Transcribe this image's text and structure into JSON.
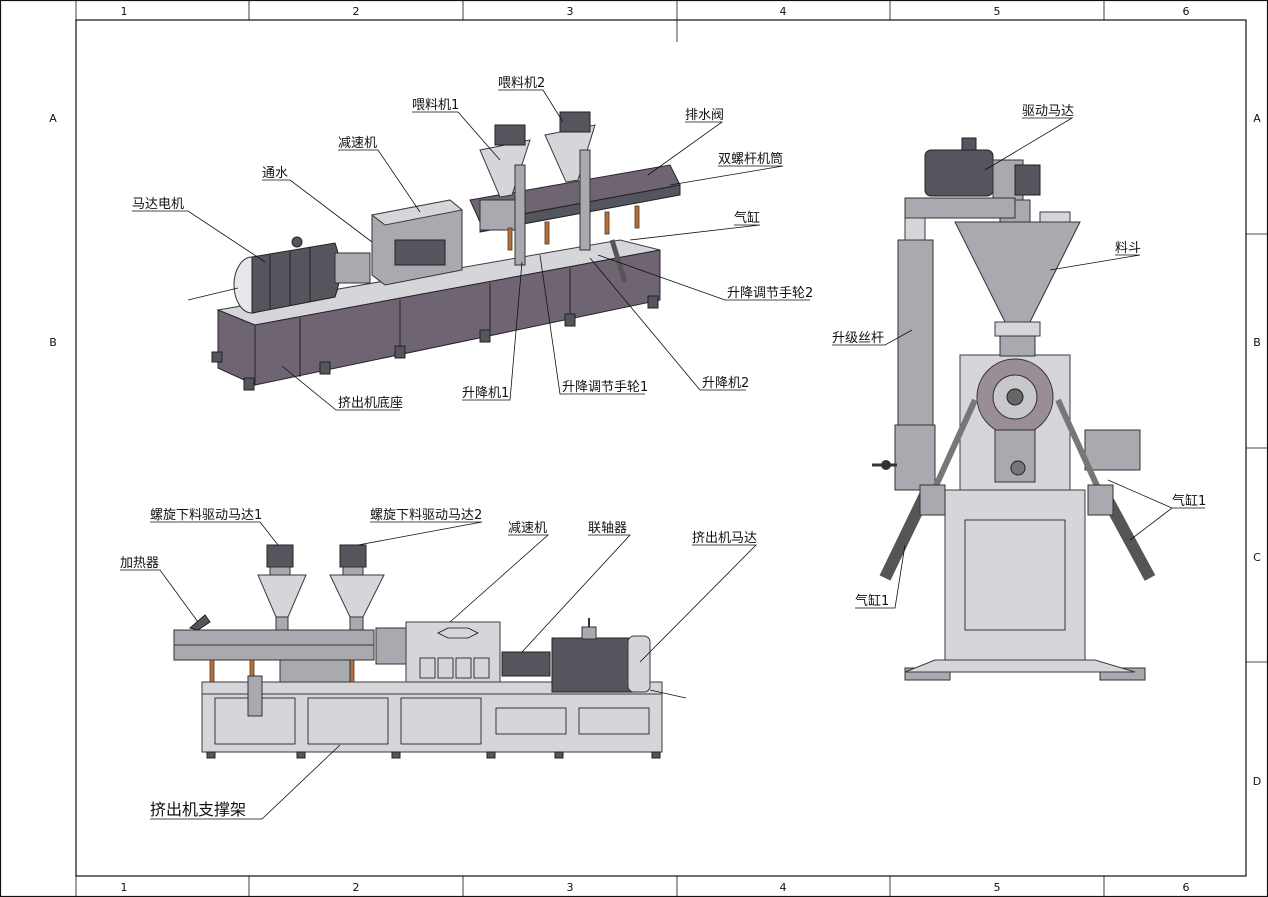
{
  "frame": {
    "columns": [
      "1",
      "2",
      "3",
      "4",
      "5",
      "6"
    ],
    "rows": [
      "A",
      "B",
      "C",
      "D"
    ]
  },
  "labels": {
    "motor": "马达电机",
    "water": "通水",
    "reducer_top": "减速机",
    "feeder1": "喂料机1",
    "feeder2": "喂料机2",
    "drain_valve": "排水阀",
    "barrel": "双螺杆机筒",
    "cylinder_top": "气缸",
    "handwheel2": "升降调节手轮2",
    "lift2": "升降机2",
    "handwheel1": "升降调节手轮1",
    "lift1": "升降机1",
    "base": "挤出机底座",
    "screw_motor1": "螺旋下料驱动马达1",
    "screw_motor2": "螺旋下料驱动马达2",
    "heater": "加热器",
    "reducer_front": "减速机",
    "coupling": "联轴器",
    "extruder_motor": "挤出机马达",
    "support": "挤出机支撑架",
    "drive_motor": "驱动马达",
    "hopper": "料斗",
    "lead_screw": "升级丝杆",
    "cylinder1_right": "气缸1",
    "cylinder1_left": "气缸1"
  }
}
